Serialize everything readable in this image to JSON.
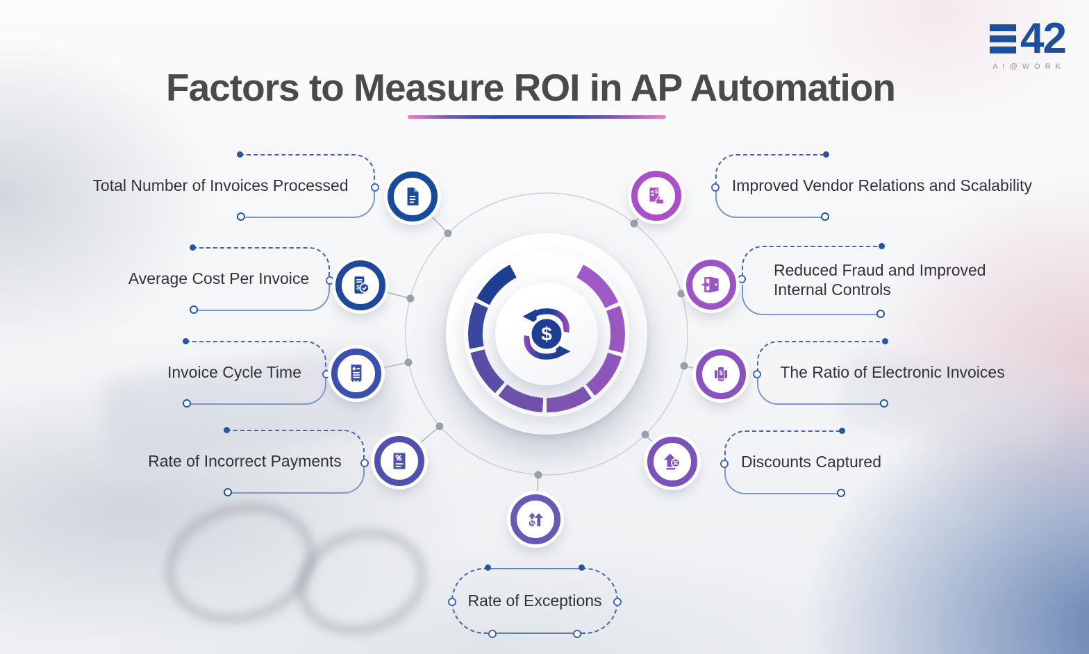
{
  "title": "Factors to Measure ROI in AP Automation",
  "logo": {
    "brand": "42",
    "tagline": "AI@WORK"
  },
  "hub": {
    "center_symbol": "$",
    "icon": "money-exchange-icon"
  },
  "factors": [
    {
      "id": "total-invoices",
      "label": "Total Number of Invoices Processed",
      "icon": "invoice-document-icon",
      "color": "#164a9a",
      "side": "left"
    },
    {
      "id": "avg-cost",
      "label": "Average Cost Per Invoice",
      "icon": "invoice-check-icon",
      "color": "#1e489e",
      "side": "left"
    },
    {
      "id": "cycle-time",
      "label": "Invoice Cycle Time",
      "icon": "receipt-icon",
      "color": "#3a4fae",
      "side": "left"
    },
    {
      "id": "incorrect-payments",
      "label": "Rate of Incorrect Payments",
      "icon": "receipt-percent-icon",
      "color": "#4f51b0",
      "side": "left"
    },
    {
      "id": "exceptions",
      "label": "Rate of Exceptions",
      "icon": "rising-percent-arrows-icon",
      "color": "#6b57b8",
      "side": "bottom"
    },
    {
      "id": "vendor-relations",
      "label": "Improved Vendor Relations and Scalability",
      "icon": "hand-invoice-icon",
      "color": "#a94fc9",
      "side": "right"
    },
    {
      "id": "reduced-fraud",
      "label": "Reduced Fraud and Improved Internal Controls",
      "icon": "door-arrow-icon",
      "color": "#9b53c6",
      "side": "right"
    },
    {
      "id": "electronic-invoices",
      "label": "The Ratio of Electronic Invoices",
      "icon": "device-dollar-icon",
      "color": "#8852c0",
      "side": "right"
    },
    {
      "id": "discounts",
      "label": "Discounts Captured",
      "icon": "discount-arrow-icon",
      "color": "#7a52ba",
      "side": "right"
    }
  ],
  "colors": {
    "title": "#4a4a4d",
    "logo_blue": "#1b4fa0",
    "underline_gradient": [
      "#ee7fc4",
      "#6f5ab0",
      "#2a4a9e",
      "#7e57b5",
      "#ee7fc4"
    ],
    "hub_ring_segments": [
      "#a158c8",
      "#9a57c2",
      "#8d55bb",
      "#7e53b2",
      "#6f51ab",
      "#5a4da6",
      "#3a479e",
      "#1e3e92"
    ],
    "connector_gray": "#b7bbc2"
  }
}
